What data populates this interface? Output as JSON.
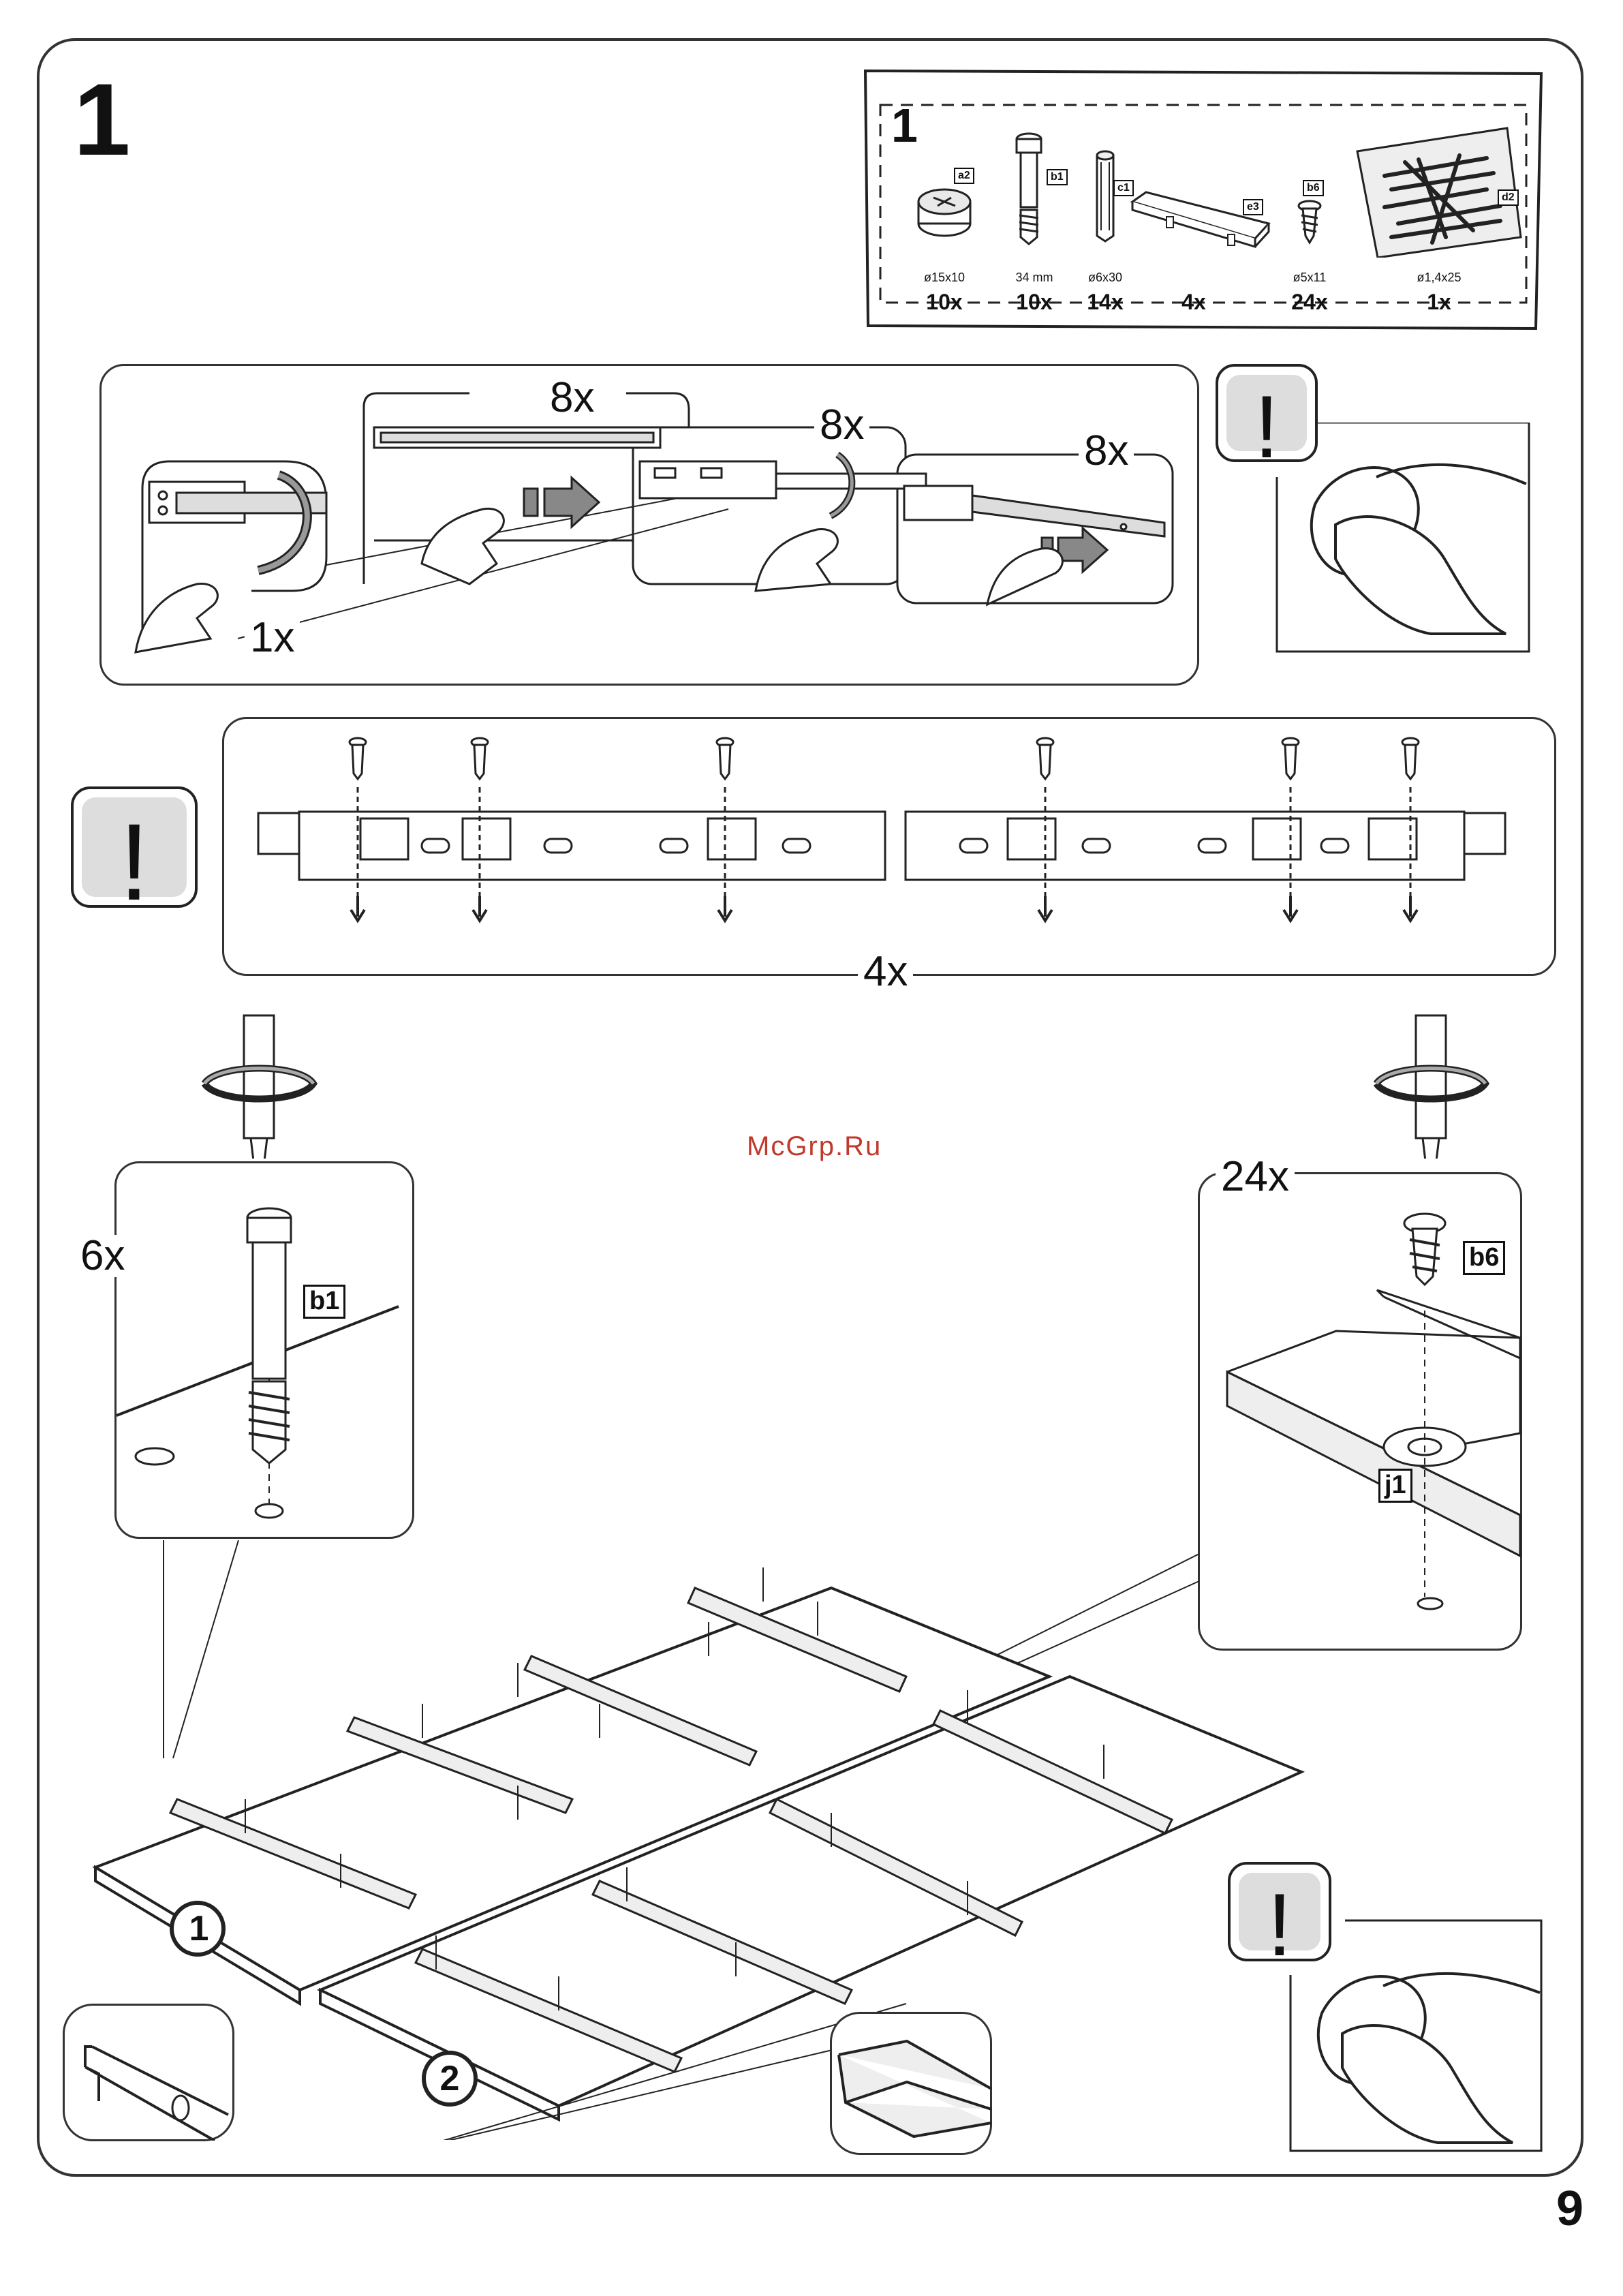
{
  "step": {
    "number": "1"
  },
  "page": {
    "number": "9"
  },
  "watermark": "McGrp.Ru",
  "parts_bag": {
    "number": "1",
    "items": [
      {
        "tag": "a2",
        "dim": "ø15x10",
        "qty": "10x",
        "icon": "cam-lock-icon"
      },
      {
        "tag": "b1",
        "dim": "34 mm",
        "qty": "10x",
        "icon": "cam-bolt-icon"
      },
      {
        "tag": "c1",
        "dim": "ø6x30",
        "qty": "14x",
        "icon": "wooden-dowel-icon"
      },
      {
        "tag": "e3",
        "dim": "",
        "qty": "4x",
        "icon": "handle-icon"
      },
      {
        "tag": "b6",
        "dim": "ø5x11",
        "qty": "24x",
        "icon": "screw-icon"
      },
      {
        "tag": "d2",
        "dim": "ø1,4x25",
        "qty": "1x",
        "icon": "nails-bag-icon"
      }
    ]
  },
  "rail_steps": {
    "count_1": "8x",
    "count_2": "8x",
    "count_3": "8x",
    "count_4": "1x"
  },
  "rail_strip": {
    "count": "4x"
  },
  "cam_bolt_detail": {
    "count": "6x",
    "tag": "b1"
  },
  "screw_detail": {
    "count": "24x",
    "screw_tag": "b6",
    "rail_tag": "j1"
  },
  "assembly": {
    "panel_1": "1",
    "panel_2": "2"
  },
  "warning_symbol": "!",
  "colors": {
    "line": "#222222",
    "warn_bg": "#dddddd",
    "arrow_fill": "#888888",
    "watermark": "#c0392b"
  }
}
